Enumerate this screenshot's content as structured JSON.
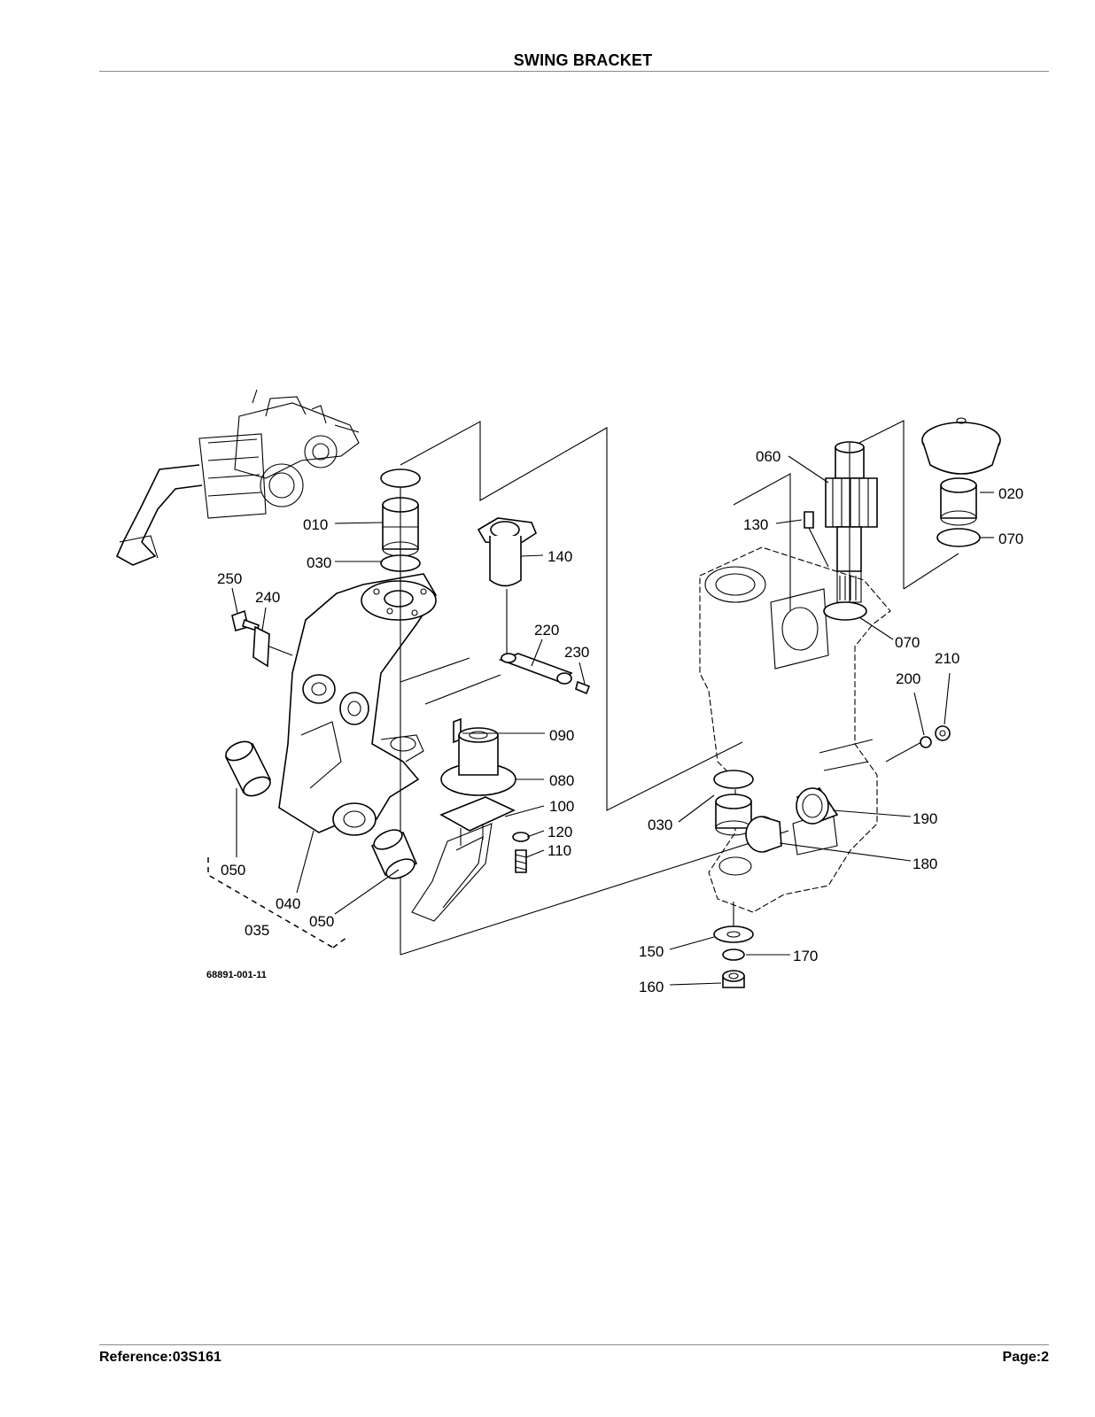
{
  "page": {
    "title": "SWING BRACKET",
    "reference": "Reference:03S161",
    "page_number": "Page:2"
  },
  "diagram": {
    "figure_code": "68891-001-11",
    "callouts": [
      {
        "id": "010",
        "label": "010"
      },
      {
        "id": "020",
        "label": "020"
      },
      {
        "id": "030a",
        "label": "030"
      },
      {
        "id": "030b",
        "label": "030"
      },
      {
        "id": "035",
        "label": "035"
      },
      {
        "id": "040",
        "label": "040"
      },
      {
        "id": "050a",
        "label": "050"
      },
      {
        "id": "050b",
        "label": "050"
      },
      {
        "id": "060",
        "label": "060"
      },
      {
        "id": "070a",
        "label": "070"
      },
      {
        "id": "070b",
        "label": "070"
      },
      {
        "id": "080",
        "label": "080"
      },
      {
        "id": "090",
        "label": "090"
      },
      {
        "id": "100",
        "label": "100"
      },
      {
        "id": "110",
        "label": "110"
      },
      {
        "id": "120",
        "label": "120"
      },
      {
        "id": "130",
        "label": "130"
      },
      {
        "id": "140",
        "label": "140"
      },
      {
        "id": "150",
        "label": "150"
      },
      {
        "id": "160",
        "label": "160"
      },
      {
        "id": "170",
        "label": "170"
      },
      {
        "id": "180",
        "label": "180"
      },
      {
        "id": "190",
        "label": "190"
      },
      {
        "id": "200",
        "label": "200"
      },
      {
        "id": "210",
        "label": "210"
      },
      {
        "id": "220",
        "label": "220"
      },
      {
        "id": "230",
        "label": "230"
      },
      {
        "id": "240",
        "label": "240"
      },
      {
        "id": "250",
        "label": "250"
      }
    ]
  }
}
